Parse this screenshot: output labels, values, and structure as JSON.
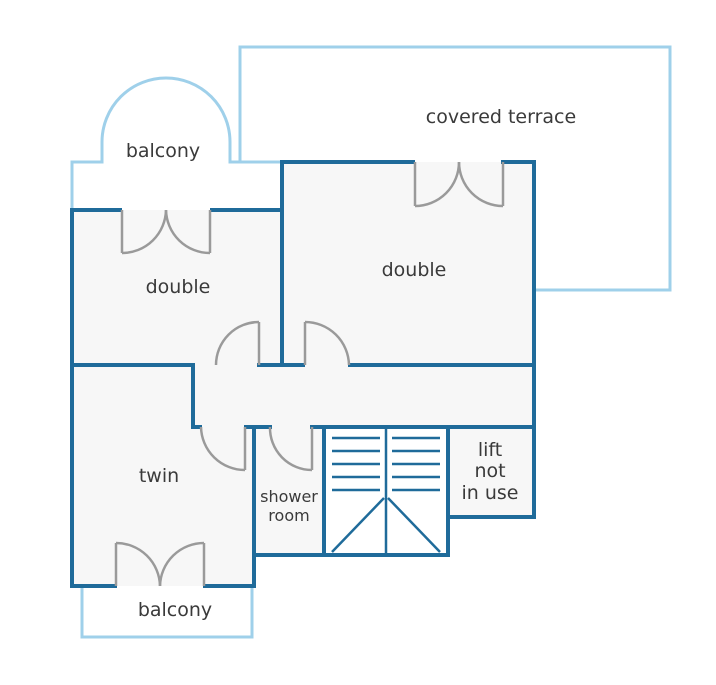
{
  "colors": {
    "wall": "#1f6b9a",
    "outdoor": "#9fd0ea",
    "door": "#9a9a9a",
    "room_fill": "#f7f7f7",
    "text": "#3a3a3a"
  },
  "labels": {
    "covered_terrace": "covered terrace",
    "balcony_top": "balcony",
    "double_left": "double",
    "double_right": "double",
    "twin": "twin",
    "shower_line1": "shower",
    "shower_line2": "room",
    "lift_line1": "lift",
    "lift_line2": "not",
    "lift_line3": "in use",
    "balcony_bottom": "balcony"
  }
}
